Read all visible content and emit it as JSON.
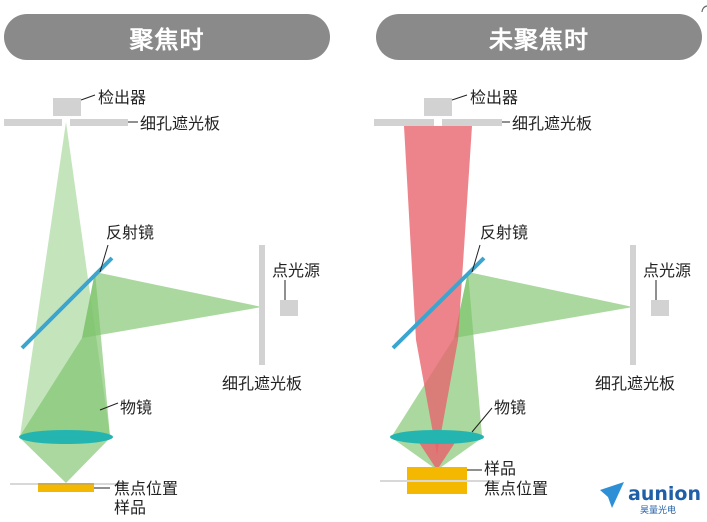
{
  "panels": {
    "focused": {
      "title": "聚焦时",
      "labels": {
        "detector": "检出器",
        "pinhole_top": "细孔遮光板",
        "mirror": "反射镜",
        "point_source": "点光源",
        "pinhole_source": "细孔遮光板",
        "objective": "物镜",
        "focus_position": "焦点位置",
        "sample": "样品"
      }
    },
    "unfocused": {
      "title": "未聚焦时",
      "labels": {
        "detector": "检出器",
        "pinhole_top": "细孔遮光板",
        "mirror": "反射镜",
        "point_source": "点光源",
        "pinhole_source": "细孔遮光板",
        "objective": "物镜",
        "sample": "样品",
        "focus_position": "焦点位置"
      }
    }
  },
  "brand": {
    "name": "aunion",
    "sub": "昊量光电"
  },
  "colors": {
    "green_beam": "#7cc36a",
    "red_beam": "#e8616b",
    "mirror": "#3aa5cf",
    "lens": "#25b5b0",
    "sample": "#f5b800",
    "plate": "#d2d2d2",
    "pill": "#8a8a8a"
  }
}
